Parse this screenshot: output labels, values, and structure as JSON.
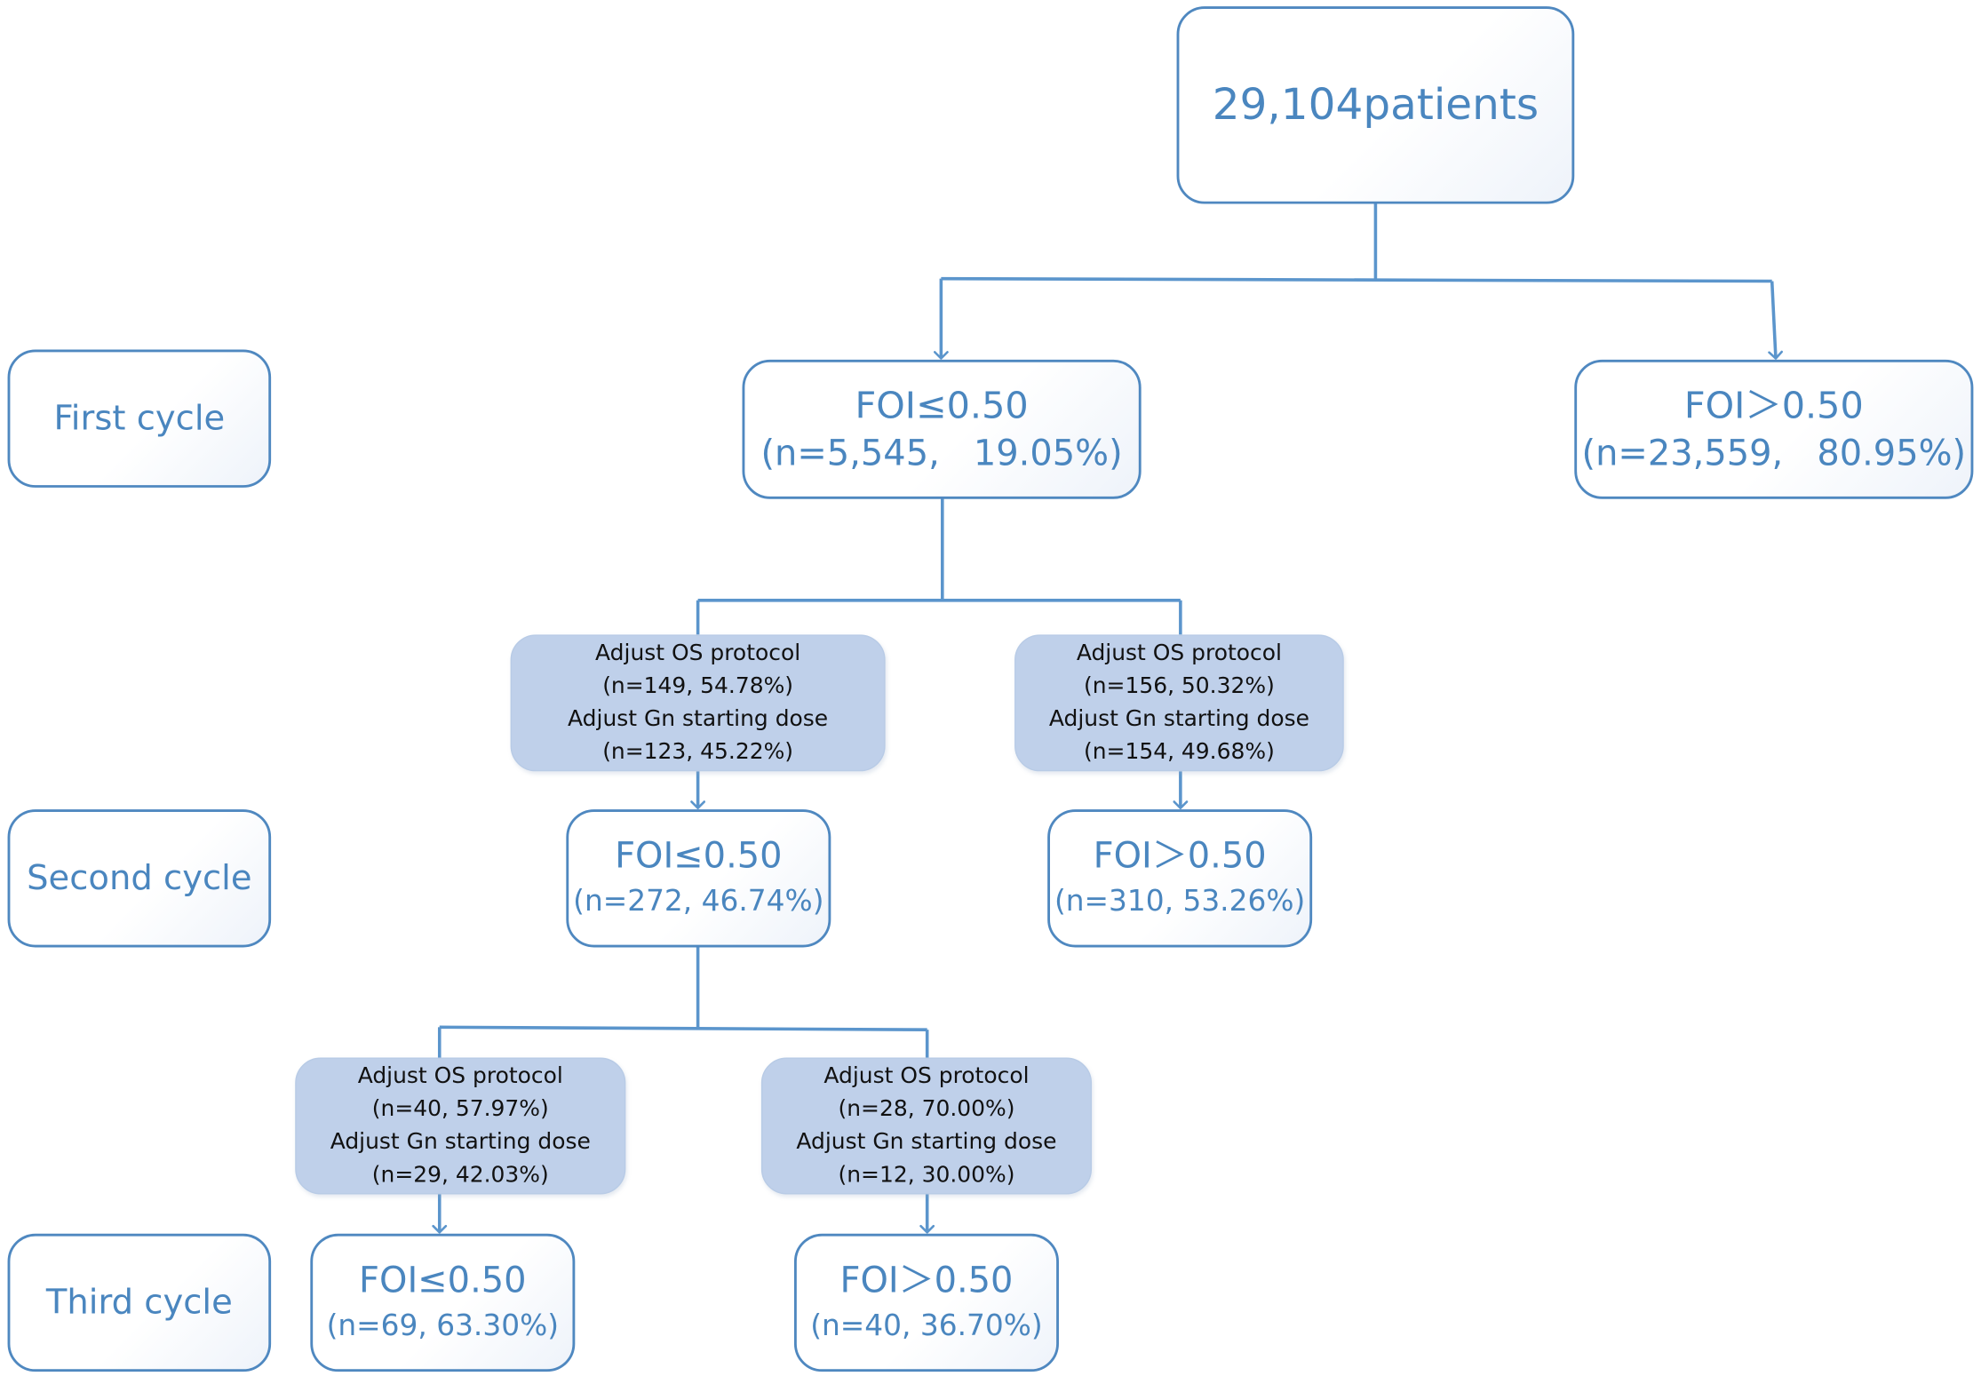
{
  "colors": {
    "accent": "#4a86bf",
    "connector": "#5b95cc",
    "action_fill": "#bfd0ea"
  },
  "root": {
    "label": "29,104patients"
  },
  "cycles": {
    "first": "First cycle",
    "second": "Second cycle",
    "third": "Third cycle"
  },
  "first_cycle": {
    "le": {
      "title": "FOI≤0.50",
      "stat": "(n=5,545,   19.05%)"
    },
    "gt": {
      "title": "FOI＞0.50",
      "stat": "(n=23,559,   80.95%)"
    }
  },
  "actions_1": {
    "left": {
      "os_label": "Adjust OS protocol",
      "os_stat": "(n=149, 54.78%)",
      "gn_label": "Adjust Gn starting dose",
      "gn_stat": "(n=123, 45.22%)"
    },
    "right": {
      "os_label": "Adjust OS protocol",
      "os_stat": "(n=156, 50.32%)",
      "gn_label": "Adjust Gn starting dose",
      "gn_stat": "(n=154, 49.68%)"
    }
  },
  "second_cycle": {
    "le": {
      "title": "FOI≤0.50",
      "stat": "(n=272, 46.74%)"
    },
    "gt": {
      "title": "FOI＞0.50",
      "stat": "(n=310, 53.26%)"
    }
  },
  "actions_2": {
    "left": {
      "os_label": "Adjust OS protocol",
      "os_stat": "(n=40, 57.97%)",
      "gn_label": "Adjust Gn starting dose",
      "gn_stat": "(n=29, 42.03%)"
    },
    "right": {
      "os_label": "Adjust OS protocol",
      "os_stat": "(n=28, 70.00%)",
      "gn_label": "Adjust Gn starting dose",
      "gn_stat": "(n=12, 30.00%)"
    }
  },
  "third_cycle": {
    "le": {
      "title": "FOI≤0.50",
      "stat": "(n=69, 63.30%)"
    },
    "gt": {
      "title": "FOI＞0.50",
      "stat": "(n=40, 36.70%)"
    }
  }
}
